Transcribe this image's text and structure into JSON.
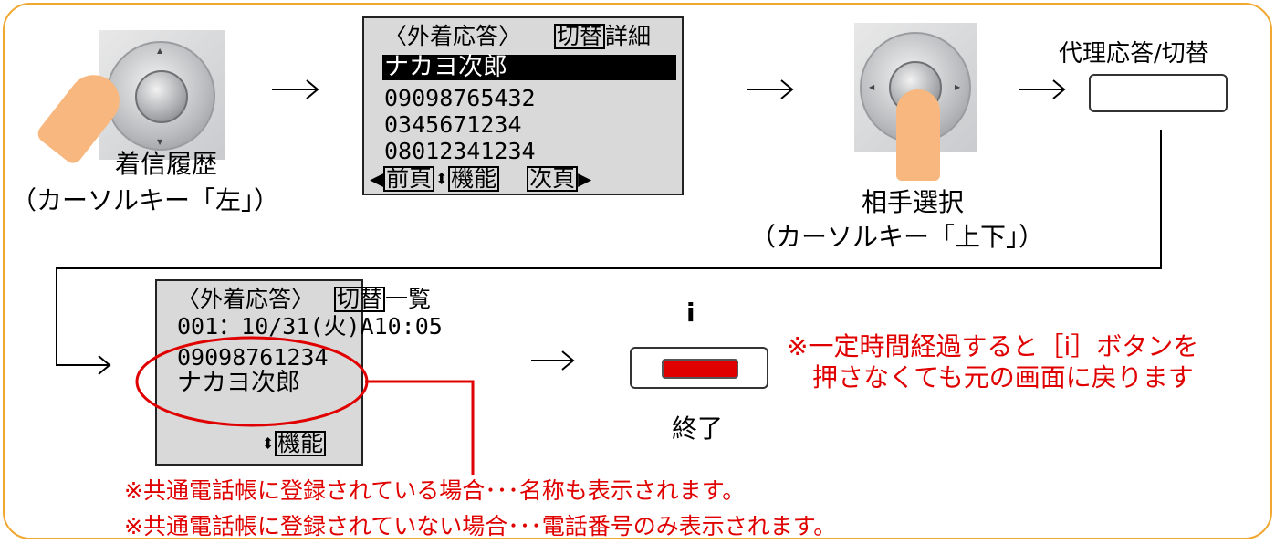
{
  "step1": {
    "caption_line1": "着信履歴",
    "caption_line2": "（カーソルキー「左」）"
  },
  "screen1": {
    "header_title": "〈外着応答〉",
    "header_key": "切替",
    "header_suffix": "詳細",
    "selected_name": "ナカヨ次郎",
    "numbers": [
      "09098765432",
      "0345671234",
      "08012341234"
    ],
    "footer": {
      "prev": "前頁",
      "func": "機能",
      "next": "次頁"
    }
  },
  "step2": {
    "caption_line1": "相手選択",
    "caption_line2": "（カーソルキー「上下」）"
  },
  "step3": {
    "button_label": "代理応答/切替"
  },
  "screen2": {
    "header_title": "〈外着応答〉",
    "header_key": "切替",
    "header_suffix": "一覧",
    "entry_line": "001：10/31(火)A10:05",
    "number": "09098761234",
    "name": "ナカヨ次郎",
    "footer_func": "機能"
  },
  "step4": {
    "key_label": "i",
    "button_caption": "終了"
  },
  "notes": {
    "timeout_line1": "※一定時間経過すると［i］ボタンを",
    "timeout_line2": "押さなくても元の画面に戻ります",
    "registered": "※共通電話帳に登録されている場合･･･名称も表示されます。",
    "unregistered": "※共通電話帳に登録されていない場合･･･電話番号のみ表示されます。"
  },
  "colors": {
    "frame": "#f0a830",
    "note_red": "#e00000",
    "lcd_bg": "#d9d9d9",
    "finger": "#f7b77e"
  },
  "icons": [
    "cursor-key-left-pad",
    "cursor-key-updown-pad",
    "arrow-right-icon",
    "triangle-left-icon",
    "triangle-right-icon",
    "updown-icon"
  ]
}
